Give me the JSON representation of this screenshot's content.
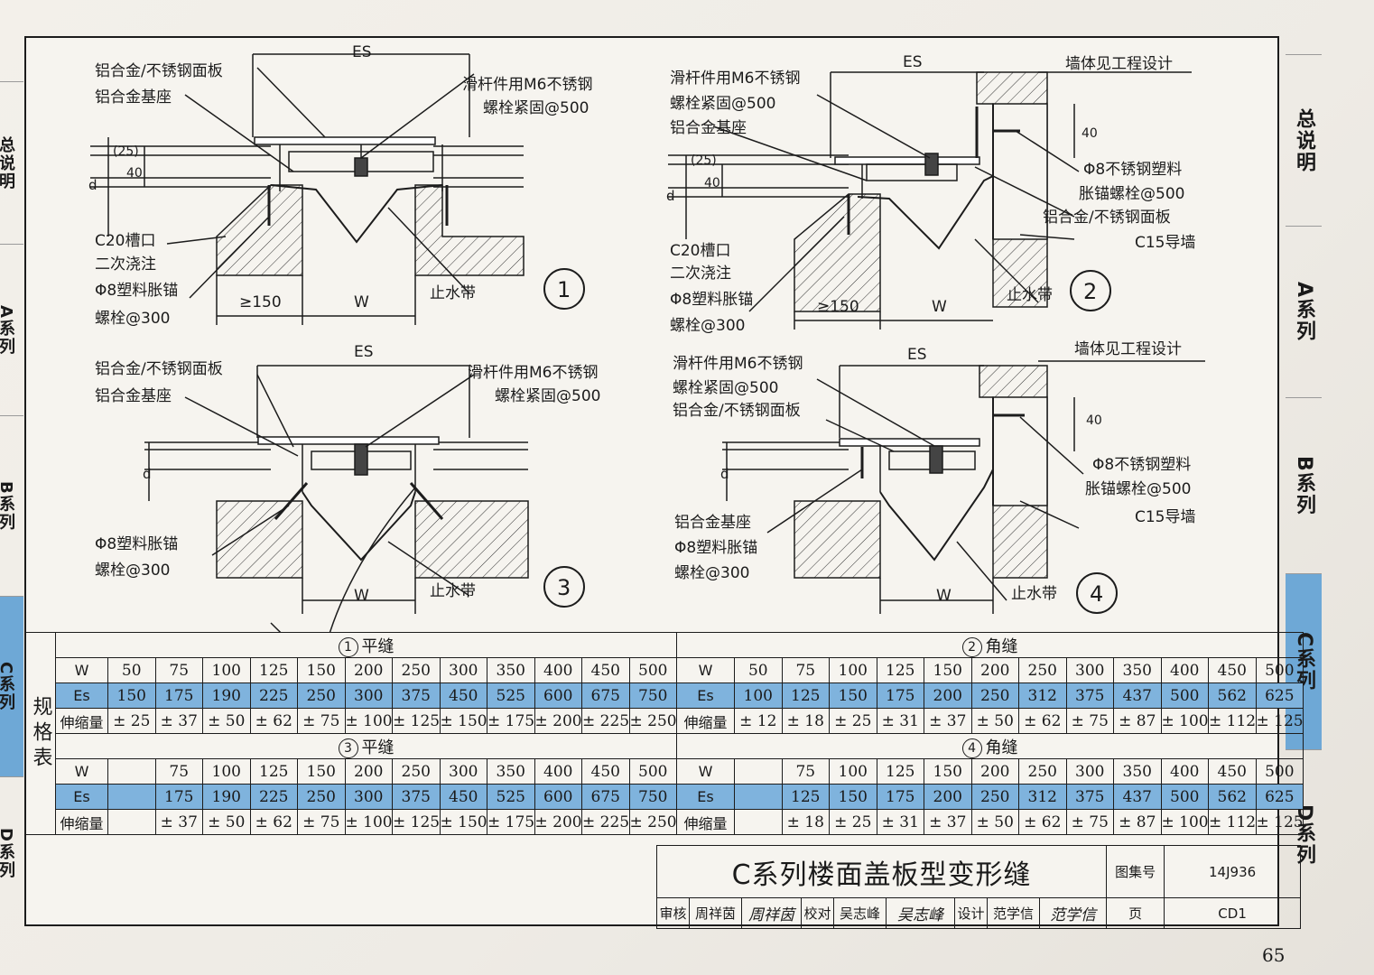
{
  "side_tabs_left": [
    "总说明",
    "A系列",
    "B系列",
    "C系列",
    "D系列"
  ],
  "side_tabs_right": [
    "总说明",
    "A系列",
    "B系列",
    "C系列",
    "D系列"
  ],
  "active_tab": "C系列",
  "details": {
    "d1": {
      "num": "1",
      "es": "ES",
      "panel": "铝合金/不锈钢面板",
      "base": "铝合金基座",
      "bolt_a": "滑杆件用M6不锈钢",
      "bolt_b": "螺栓紧固@500",
      "dim25": "(25)",
      "dim40": "40",
      "dim_d": "d",
      "groove_a": "C20槽口",
      "groove_b": "二次浇注",
      "anchor_a": "Φ8塑料胀锚",
      "anchor_b": "螺栓@300",
      "ge150": "≥150",
      "w": "W",
      "waterstop": "止水带"
    },
    "d2": {
      "num": "2",
      "es": "ES",
      "bolt_a": "滑杆件用M6不锈钢",
      "bolt_b": "螺栓紧固@500",
      "base": "铝合金基座",
      "wall": "墙体见工程设计",
      "dim40w": "40",
      "ss_a": "Φ8不锈钢塑料",
      "ss_b": "胀锚螺栓@500",
      "panel": "铝合金/不锈钢面板",
      "guide": "C15导墙",
      "dim25": "(25)",
      "dim40": "40",
      "dim_d": "d",
      "groove_a": "C20槽口",
      "groove_b": "二次浇注",
      "anchor_a": "Φ8塑料胀锚",
      "anchor_b": "螺栓@300",
      "ge150": "≥150",
      "w": "W",
      "waterstop": "止水带"
    },
    "d3": {
      "num": "3",
      "es": "ES",
      "panel": "铝合金/不锈钢面板",
      "base": "铝合金基座",
      "bolt_a": "滑杆件用M6不锈钢",
      "bolt_b": "螺栓紧固@500",
      "dim_d": "d",
      "anchor_a": "Φ8塑料胀锚",
      "anchor_b": "螺栓@300",
      "w": "W",
      "waterstop": "止水带"
    },
    "d4": {
      "num": "4",
      "es": "ES",
      "bolt_a": "滑杆件用M6不锈钢",
      "bolt_b": "螺栓紧固@500",
      "panel": "铝合金/不锈钢面板",
      "wall": "墙体见工程设计",
      "dim40w": "40",
      "ss_a": "Φ8不锈钢塑料",
      "ss_b": "胀锚螺栓@500",
      "guide": "C15导墙",
      "dim_d": "d",
      "base": "铝合金基座",
      "anchor_a": "Φ8塑料胀锚",
      "anchor_b": "螺栓@300",
      "w": "W",
      "waterstop": "止水带"
    }
  },
  "spec_table": {
    "side_label": "规格表",
    "row_labels": {
      "w": "W",
      "es": "Es",
      "exp": "伸缩量"
    },
    "t1": {
      "num": "1",
      "title": "平缝",
      "w": [
        "50",
        "75",
        "100",
        "125",
        "150",
        "200",
        "250",
        "300",
        "350",
        "400",
        "450",
        "500"
      ],
      "es": [
        "150",
        "175",
        "190",
        "225",
        "250",
        "300",
        "375",
        "450",
        "525",
        "600",
        "675",
        "750"
      ],
      "exp": [
        "± 25",
        "± 37",
        "± 50",
        "± 62",
        "± 75",
        "± 100",
        "± 125",
        "± 150",
        "± 175",
        "± 200",
        "± 225",
        "± 250"
      ]
    },
    "t2": {
      "num": "2",
      "title": "角缝",
      "w": [
        "50",
        "75",
        "100",
        "125",
        "150",
        "200",
        "250",
        "300",
        "350",
        "400",
        "450",
        "500"
      ],
      "es": [
        "100",
        "125",
        "150",
        "175",
        "200",
        "250",
        "312",
        "375",
        "437",
        "500",
        "562",
        "625"
      ],
      "exp": [
        "± 12",
        "± 18",
        "± 25",
        "± 31",
        "± 37",
        "± 50",
        "± 62",
        "± 75",
        "± 87",
        "± 100",
        "± 112",
        "± 125"
      ]
    },
    "t3": {
      "num": "3",
      "title": "平缝",
      "w": [
        "",
        "75",
        "100",
        "125",
        "150",
        "200",
        "250",
        "300",
        "350",
        "400",
        "450",
        "500"
      ],
      "es": [
        "",
        "175",
        "190",
        "225",
        "250",
        "300",
        "375",
        "450",
        "525",
        "600",
        "675",
        "750"
      ],
      "exp": [
        "",
        "± 37",
        "± 50",
        "± 62",
        "± 75",
        "± 100",
        "± 125",
        "± 150",
        "± 175",
        "± 200",
        "± 225",
        "± 250"
      ]
    },
    "t4": {
      "num": "4",
      "title": "角缝",
      "w": [
        "",
        "75",
        "100",
        "125",
        "150",
        "200",
        "250",
        "300",
        "350",
        "400",
        "450",
        "500"
      ],
      "es": [
        "",
        "125",
        "150",
        "175",
        "200",
        "250",
        "312",
        "375",
        "437",
        "500",
        "562",
        "625"
      ],
      "exp": [
        "",
        "± 18",
        "± 25",
        "± 31",
        "± 37",
        "± 50",
        "± 62",
        "± 75",
        "± 87",
        "± 100",
        "± 112",
        "± 125"
      ]
    }
  },
  "title_block": {
    "title": "C系列楼面盖板型变形缝",
    "atlas_label": "图集号",
    "atlas_no": "14J936",
    "review_label": "审核",
    "review_name": "周祥茵",
    "review_sig": "周祥茵",
    "check_label": "校对",
    "check_name": "吴志峰",
    "check_sig": "吴志峰",
    "design_label": "设计",
    "design_name": "范学信",
    "design_sig": "范学信",
    "page_label": "页",
    "page_code": "CD1"
  },
  "page_number": "65"
}
